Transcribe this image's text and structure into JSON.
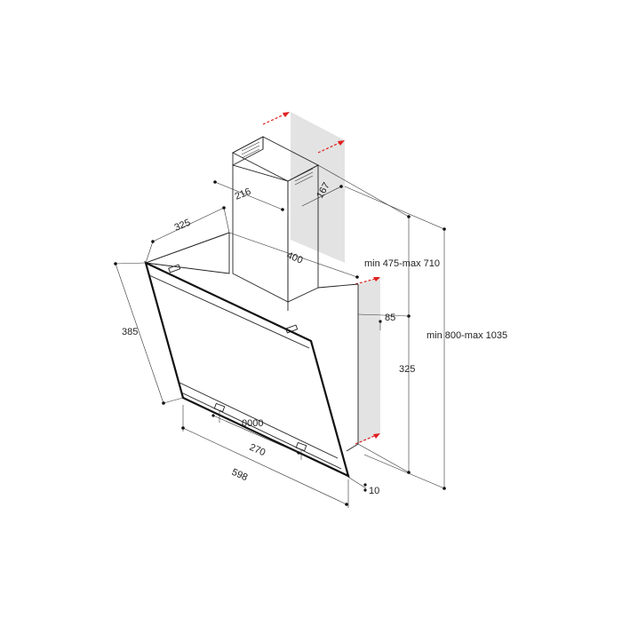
{
  "colors": {
    "wall_shade": "#e3e3e3",
    "line": "#222222",
    "accent_arrow": "#e02020"
  },
  "dimensions": {
    "chimney_width": "216",
    "chimney_depth": "167",
    "hood_depth": "325",
    "chimney_length": "400",
    "min_max_chimney": "min 475-max 710",
    "min_max_total": "min 800-max 1035",
    "wall_offset": "85",
    "body_height": "325",
    "glass_height": "385",
    "control_width": "270",
    "total_width": "598",
    "glass_thickness": "10"
  },
  "control_panel": {
    "buttons": "0000"
  }
}
